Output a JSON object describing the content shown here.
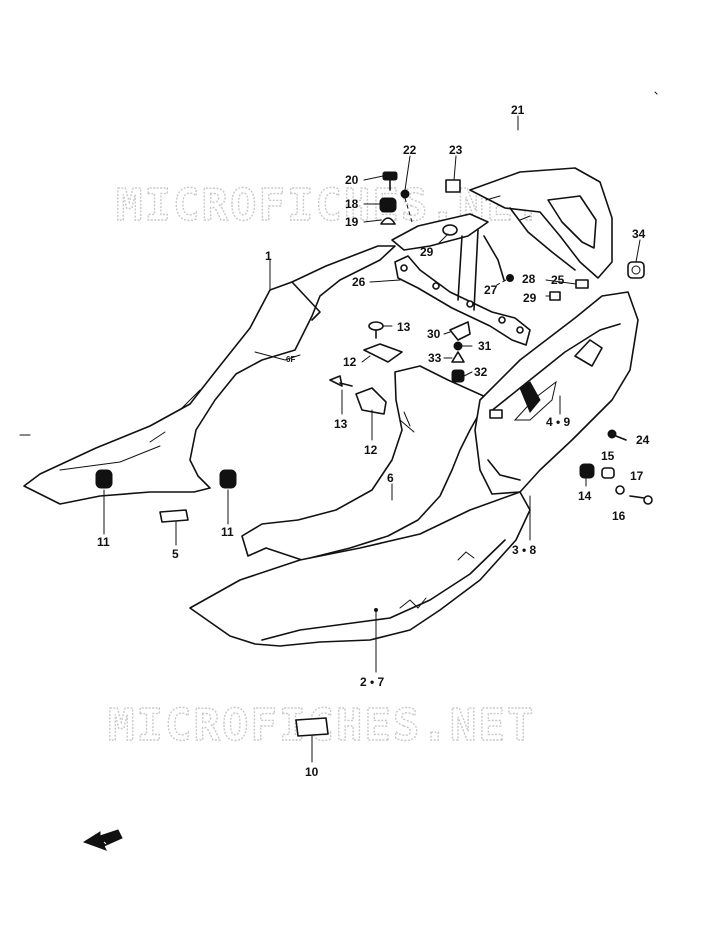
{
  "watermarks": [
    "MICROFICHES.NET",
    "MICROFICHES.NET"
  ],
  "callouts": {
    "c21": "21",
    "c22": "22",
    "c23": "23",
    "c20": "20",
    "c18": "18",
    "c19": "19",
    "c34": "34",
    "c1": "1",
    "c29a": "29",
    "c28": "28",
    "c27": "27",
    "c26": "26",
    "c25": "25",
    "c29b": "29",
    "c13a": "13",
    "c30": "30",
    "c31": "31",
    "c12a": "12",
    "c33": "33",
    "c32": "32",
    "c13b": "13",
    "c12b": "12",
    "c49": "4 • 9",
    "c24": "24",
    "c15": "15",
    "c14": "14",
    "c17": "17",
    "c16": "16",
    "c6": "6",
    "c11a": "11",
    "c11b": "11",
    "c5": "5",
    "c38": "3 • 8",
    "c27b": "2 • 7",
    "c10": "10"
  },
  "colors": {
    "ink": "#111111",
    "watermark": "#c9c9c9",
    "paper": "#ffffff"
  },
  "icons": {
    "front_arrow": "front-arrow-icon"
  }
}
